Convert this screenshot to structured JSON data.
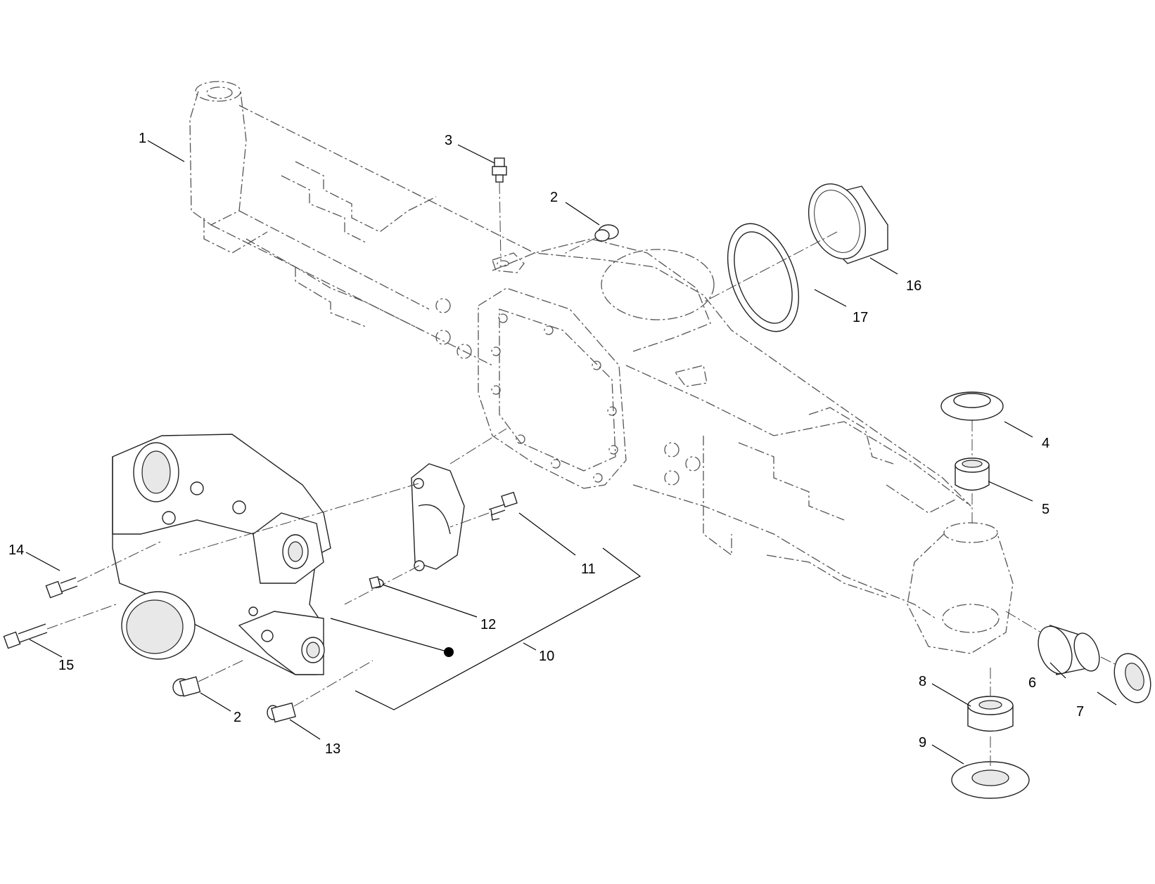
{
  "diagram": {
    "callouts": [
      {
        "id": "c1",
        "label": "1"
      },
      {
        "id": "c2a",
        "label": "2"
      },
      {
        "id": "c3",
        "label": "3"
      },
      {
        "id": "c16",
        "label": "16"
      },
      {
        "id": "c17",
        "label": "17"
      },
      {
        "id": "c4",
        "label": "4"
      },
      {
        "id": "c5",
        "label": "5"
      },
      {
        "id": "c14",
        "label": "14"
      },
      {
        "id": "c11",
        "label": "11"
      },
      {
        "id": "c12",
        "label": "12"
      },
      {
        "id": "c15",
        "label": "15"
      },
      {
        "id": "c10",
        "label": "10"
      },
      {
        "id": "c2b",
        "label": "2"
      },
      {
        "id": "c13",
        "label": "13"
      },
      {
        "id": "c6",
        "label": "6"
      },
      {
        "id": "c7",
        "label": "7"
      },
      {
        "id": "c8",
        "label": "8"
      },
      {
        "id": "c9",
        "label": "9"
      }
    ]
  }
}
